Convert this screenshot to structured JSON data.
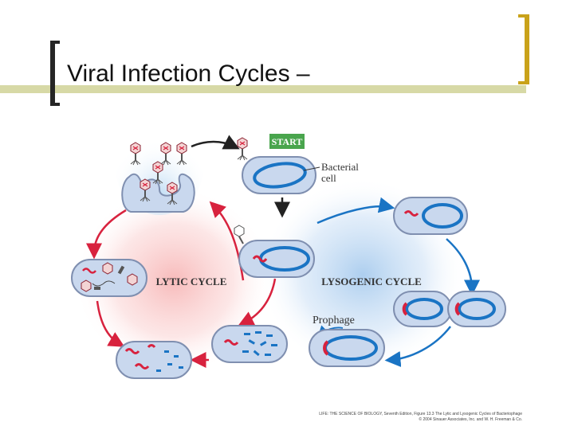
{
  "slide": {
    "title": "Viral Infection Cycles –"
  },
  "diagram": {
    "start_label": "START",
    "bacterial_cell_label_line1": "Bacterial",
    "bacterial_cell_label_line2": "cell",
    "lytic_cycle_label": "LYTIC CYCLE",
    "lysogenic_cycle_label": "LYSOGENIC CYCLE",
    "prophage_label": "Prophage"
  },
  "credit": {
    "line1": "LIFE: THE SCIENCE OF BIOLOGY, Seventh Edition, Figure 13.3 The Lytic and Lysogenic Cycles of Bacteriophage",
    "line2": "© 2004 Sinauer Associates, Inc. and W. H. Freeman & Co."
  },
  "colors": {
    "cell_fill": "#c9d8ee",
    "cell_stroke": "#7f8fb0",
    "dna_ring": "#1a74c4",
    "viral_dna": "#d8223e",
    "lytic_glow": "#f7b7b7",
    "lysogenic_glow": "#a9ccee",
    "lytic_arrow": "#d8223e",
    "lysogenic_arrow": "#1a74c4",
    "start_badge": "#49a54d"
  }
}
